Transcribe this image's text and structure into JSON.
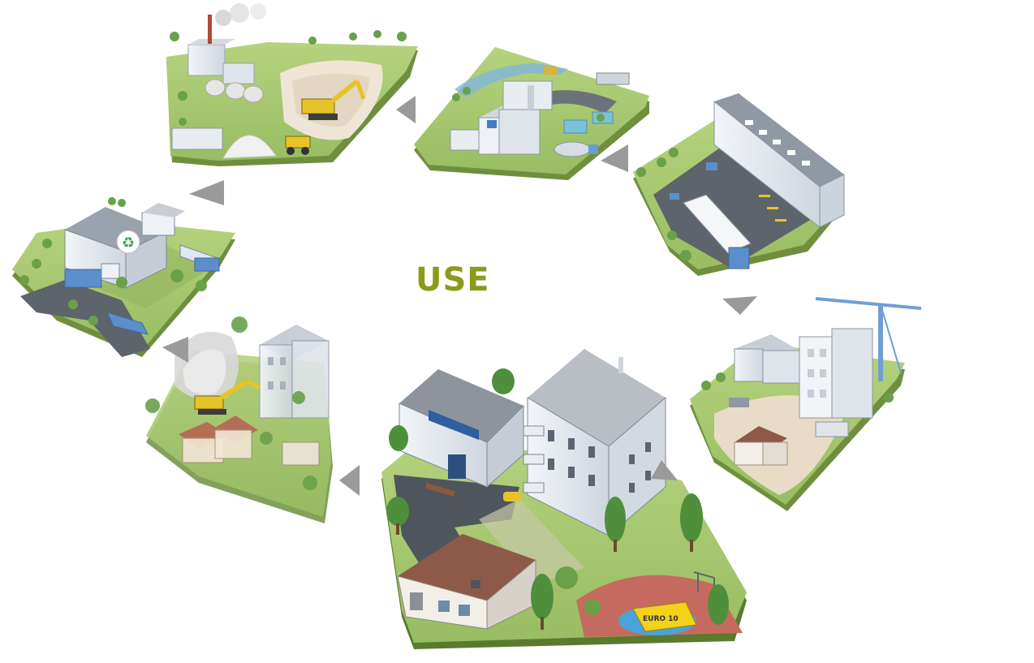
{
  "center_label": "USE",
  "badge_label": "EURO 10",
  "stages": [
    {
      "id": "quarry"
    },
    {
      "id": "cement-plant"
    },
    {
      "id": "distribution-warehouse"
    },
    {
      "id": "construction-site"
    },
    {
      "id": "use-neighborhood"
    },
    {
      "id": "demolition"
    },
    {
      "id": "recycling-center"
    }
  ],
  "colors": {
    "accent_text": "#8c9a1a",
    "grass": "#a8c874",
    "grass_dark": "#8fb25c",
    "ground_edge": "#5f7f32",
    "road": "#5a5f66",
    "building_wall": "#e8edf3",
    "building_roof": "#c9ced6",
    "truck_blue": "#6b9bd1",
    "excavator_yellow": "#e7c32a",
    "arrow_gray": "#9a9a9a",
    "roof_brown": "#8d5a4a",
    "playground_blue": "#4aa3d8",
    "playground_red": "#c56a5e"
  },
  "icons": [
    "recycling-icon"
  ]
}
